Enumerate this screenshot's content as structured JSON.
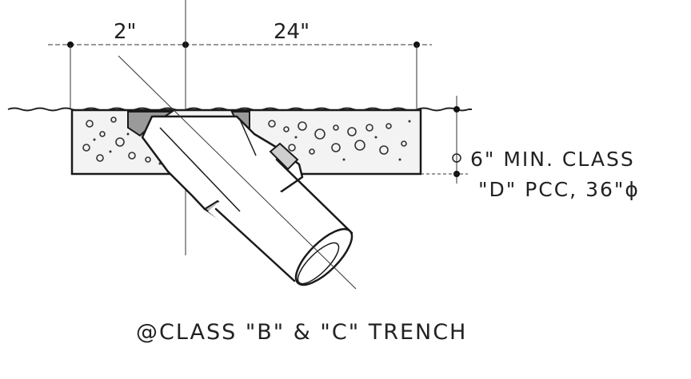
{
  "dimensions": {
    "left": "2\"",
    "right": "24\""
  },
  "note": {
    "line1": "6\" MIN. CLASS",
    "line2": "\"D\" PCC, 36\"ϕ"
  },
  "caption": "@CLASS \"B\" & \"C\" TRENCH",
  "colors": {
    "ink": "#222222",
    "concrete_fill": "#f3f3f3",
    "background": "#ffffff"
  }
}
